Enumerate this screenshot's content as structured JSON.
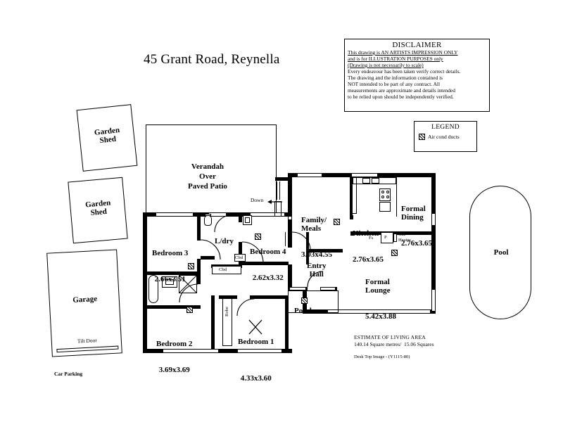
{
  "title": "45 Grant Road, Reynella",
  "disclaimer": {
    "heading": "DISCLAIMER",
    "underlined": [
      "This drawing is AN ARTISTS IMPRESSION ONLY",
      "and is for ILLUSTRATION PURPOSES only",
      "(Drawing is not necessarily to scale)"
    ],
    "body": [
      "Every endeavour has been taken verify correct details.",
      "The drawing and the information contained is",
      "NOT intended to be part of any contract.  All",
      "measurements are approximate and details intended",
      "to be relied upon should be independently verified."
    ]
  },
  "legend": {
    "heading": "LEGEND",
    "item_label": "Air cond ducts"
  },
  "outbuildings": [
    {
      "name": "garden-shed-1",
      "label": "Garden\nShed"
    },
    {
      "name": "garden-shed-2",
      "label": "Garden\nShed"
    },
    {
      "name": "garage",
      "label": "Garage"
    }
  ],
  "garage": {
    "tilt_door": "Tilt Door",
    "car_parking": "Car Parking"
  },
  "outdoor": {
    "verandah": "Verandah\nOver\nPaved Patio",
    "down": "Down",
    "pool": "Pool",
    "porch": "Porch"
  },
  "rooms": [
    {
      "name": "bedroom-3",
      "label": "Bedroom 3",
      "dim": "2.66x3.51"
    },
    {
      "name": "bedroom-4",
      "label": "Bedroom 4",
      "dim": "2.62x3.32"
    },
    {
      "name": "bedroom-2",
      "label": "Bedroom 2",
      "dim": "3.69x3.69"
    },
    {
      "name": "bedroom-1",
      "label": "Bedroom 1",
      "dim": "4.33x3.60"
    },
    {
      "name": "family-meals",
      "label": "Family/\nMeals",
      "dim": "3.03x4.55"
    },
    {
      "name": "kitchen",
      "label": "Kitchen",
      "dim": "2.76x3.65"
    },
    {
      "name": "formal-dining",
      "label": "Formal\nDining",
      "dim": "2.76x3.65"
    },
    {
      "name": "formal-lounge",
      "label": "Formal\nLounge",
      "dim": "5.42x3.88"
    },
    {
      "name": "entry-hall",
      "label": "Entry\nHall",
      "dim": ""
    },
    {
      "name": "laundry",
      "label": "L/dry",
      "dim": ""
    }
  ],
  "fixtures": {
    "cupboard_1": "Cbd",
    "cupboard_2": "Cbd",
    "robe": "Robe",
    "gas_heater": "Gas\nHeater",
    "fs": "Fs",
    "p": "P"
  },
  "footer": {
    "estimate_heading": "ESTIMATE OF LIVING AREA",
    "estimate_value": "140.14 Square metres/  15.06 Squares",
    "reference": "Desk Top Image - (Y1115-80)"
  },
  "colors": {
    "wall": "#000000",
    "background": "#ffffff",
    "line": "#000000"
  }
}
